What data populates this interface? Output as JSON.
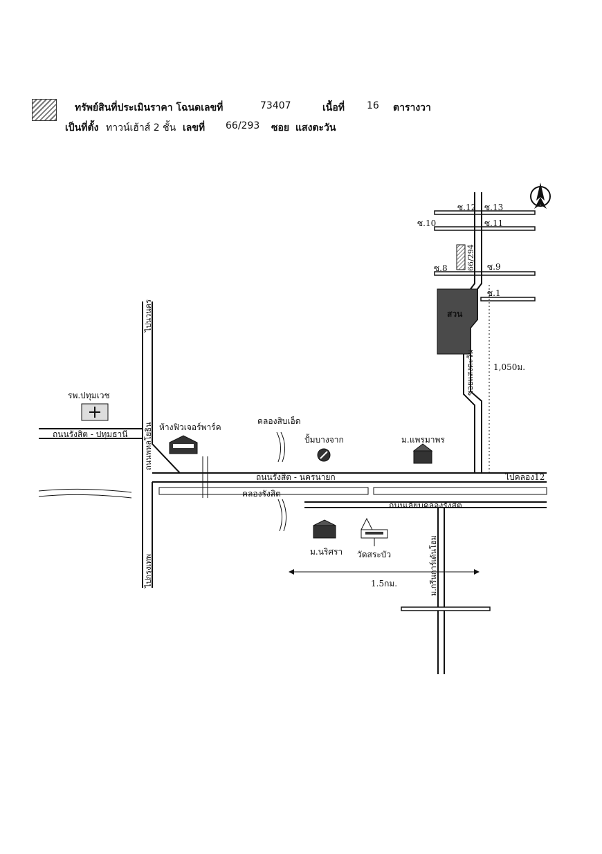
{
  "header": {
    "legend_text": "ทรัพย์สินที่ประเมินราคา โฉนดเลขที่",
    "deed_no": "73407",
    "area_label": "เนื้อที่",
    "area_value": "16",
    "area_unit": "ตารางวา",
    "location_label": "เป็นที่ตั้ง",
    "building_type": "ทาวน์เฮ้าส์ 2 ชั้น",
    "house_no_label": "เลขที่",
    "house_no": "66/293",
    "soi_label": "ซอย",
    "soi_name": "แสงตะวัน"
  },
  "map": {
    "soi": {
      "s12": "ซ.12",
      "s13": "ซ.13",
      "s10": "ซ.10",
      "s11": "ซ.11",
      "s8": "ซ.8",
      "s9": "ซ.9",
      "s1": "ซ.1"
    },
    "property_label": "66/294",
    "park_label": "สวน",
    "soi_road_label": "ซอยแสงตะวัน",
    "distance_vertical": "1,050ม.",
    "distance_horizontal": "1.5กม.",
    "to_khlong12": "ไปคลอง12",
    "to_navanakorn": "ไปนวนคร",
    "to_bangkok": "ไปกรุงเทพ",
    "phahon_road": "ถนนพหลโยธิน",
    "rangsit_pathum_road": "ถนนรังสิต - ปทุมธานี",
    "rangsit_nayok_road": "ถนนรังสิต - นครนายก",
    "khlong_rangsit": "คลองรังสิต",
    "canal_road": "ถนนเลียบคลองรังสิต",
    "khlong_15": "คลองสิบเอ็ด",
    "hospital": "รพ.ปทุมเวช",
    "mall": "ห้างฟิวเจอร์พาร์ค",
    "gas_station": "ปั้มบางจาก",
    "village_praemaporn": "ม.แพรมาพร",
    "village_narisara": "ม.นริศรา",
    "temple": "วัดสระบัว",
    "village_green": "ม.กรีนการ์เด้นโฮม"
  },
  "colors": {
    "ink": "#111111",
    "hatch": "#777777",
    "park": "#4a4a4a"
  }
}
